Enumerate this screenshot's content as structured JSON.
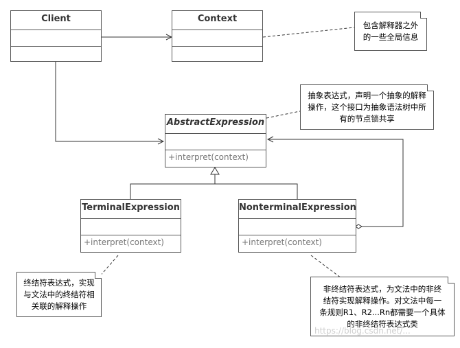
{
  "classes": {
    "client": {
      "name": "Client"
    },
    "context": {
      "name": "Context"
    },
    "abstract_expression": {
      "name": "AbstractExpression",
      "operation": "+interpret(context)"
    },
    "terminal_expression": {
      "name": "TerminalExpression",
      "operation": "+interpret(context)"
    },
    "nonterminal_expression": {
      "name": "NonterminalExpression",
      "operation": "+interpret(context)"
    }
  },
  "notes": {
    "context_note": "包含解释器之外\n的一些全局信息",
    "abstract_note": "抽象表达式，声明一个抽象的解释\n操作，这个接口为抽象语法树中所\n有的节点锁共享",
    "terminal_note": "终结符表达式，实现\n与文法中的终结符相\n关联的解释操作",
    "nonterminal_note": "非终结符表达式，为文法中的非终\n结符实现解释操作。对文法中每一\n条规则R1、R2...Rn都需要一个具体\n的非终结符表达式类"
  },
  "watermark": "https://blog.csdn.net/..."
}
